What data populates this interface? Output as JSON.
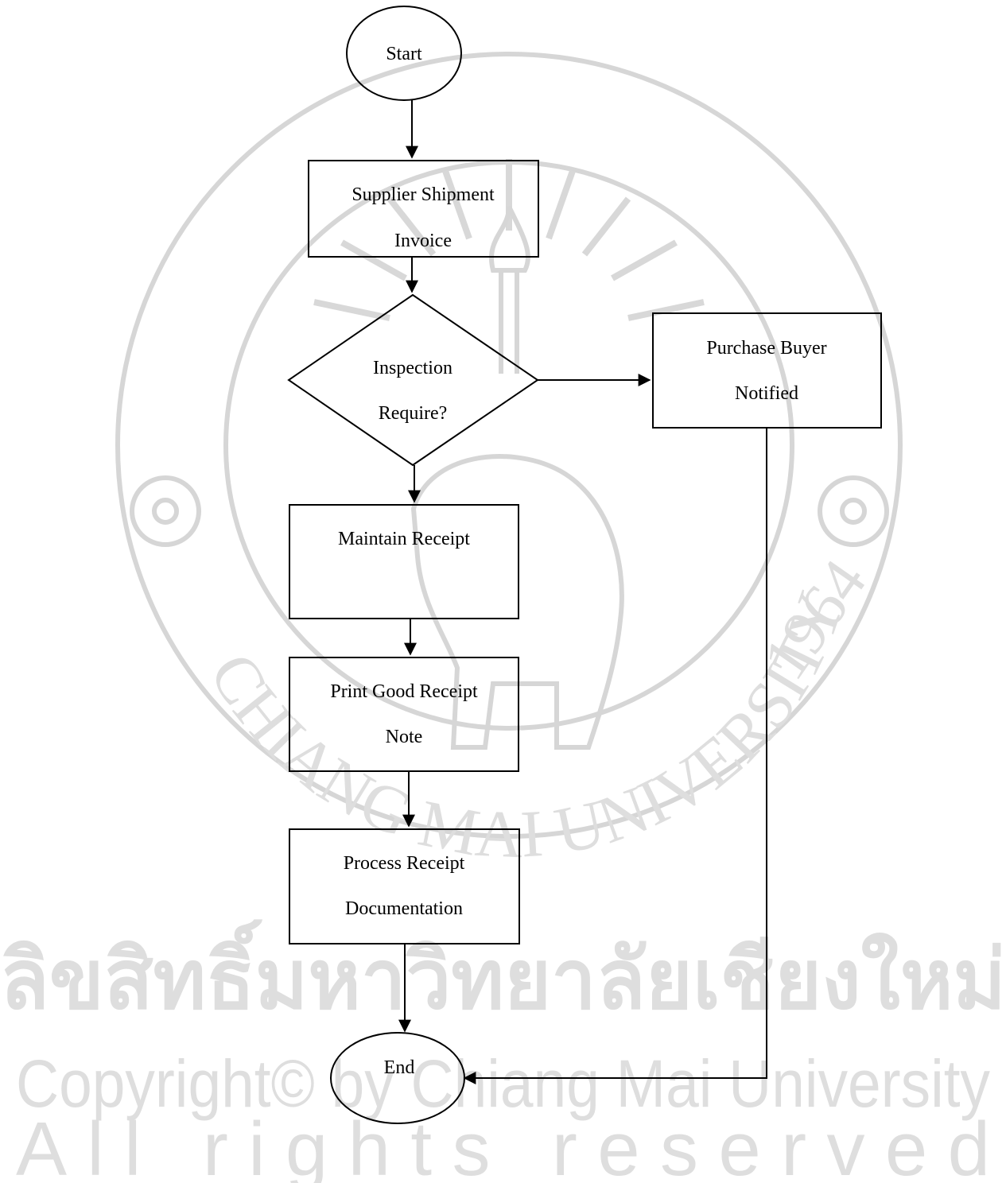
{
  "watermark": {
    "university_name": "CHIANG MAI UNIVERSITY",
    "year": "1964",
    "thai_line": "ลิขสิทธิ์มหาวิทยาลัยเชียงใหม่",
    "copyright_line": "Copyright© by Chiang Mai University",
    "rights_line": "All rights reserved"
  },
  "flowchart": {
    "start": "Start",
    "supplier_line1": "Supplier Shipment",
    "supplier_line2": "Invoice",
    "inspection_line1": "Inspection",
    "inspection_line2": "Require?",
    "buyer_line1": "Purchase Buyer",
    "buyer_line2": "Notified",
    "maintain": "Maintain Receipt",
    "print_line1": "Print Good Receipt",
    "print_line2": "Note",
    "process_line1": "Process Receipt",
    "process_line2": "Documentation",
    "end": "End"
  }
}
